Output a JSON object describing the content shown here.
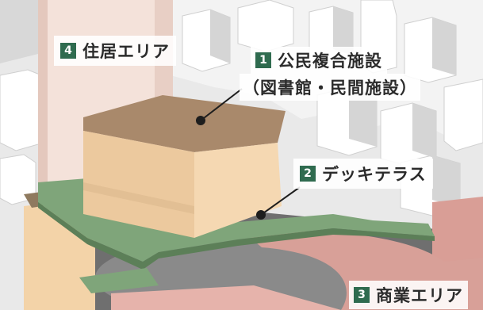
{
  "labels": {
    "residential": {
      "number": "4",
      "text": "住居エリア"
    },
    "public_facility": {
      "number": "1",
      "text": "公民複合施設",
      "subtext": "（図書館・民間施設）"
    },
    "deck_terrace": {
      "number": "2",
      "text": "デッキテラス"
    },
    "commercial": {
      "number": "3",
      "text": "商業エリア"
    }
  },
  "colors": {
    "number_badge": "#2f6b4f",
    "public_building_top": "#a9896b",
    "public_building_face": "#f5d8b2",
    "deck": "#7fa57a",
    "commercial": "#d99e96",
    "residential_tower": "#f1dcd4"
  }
}
